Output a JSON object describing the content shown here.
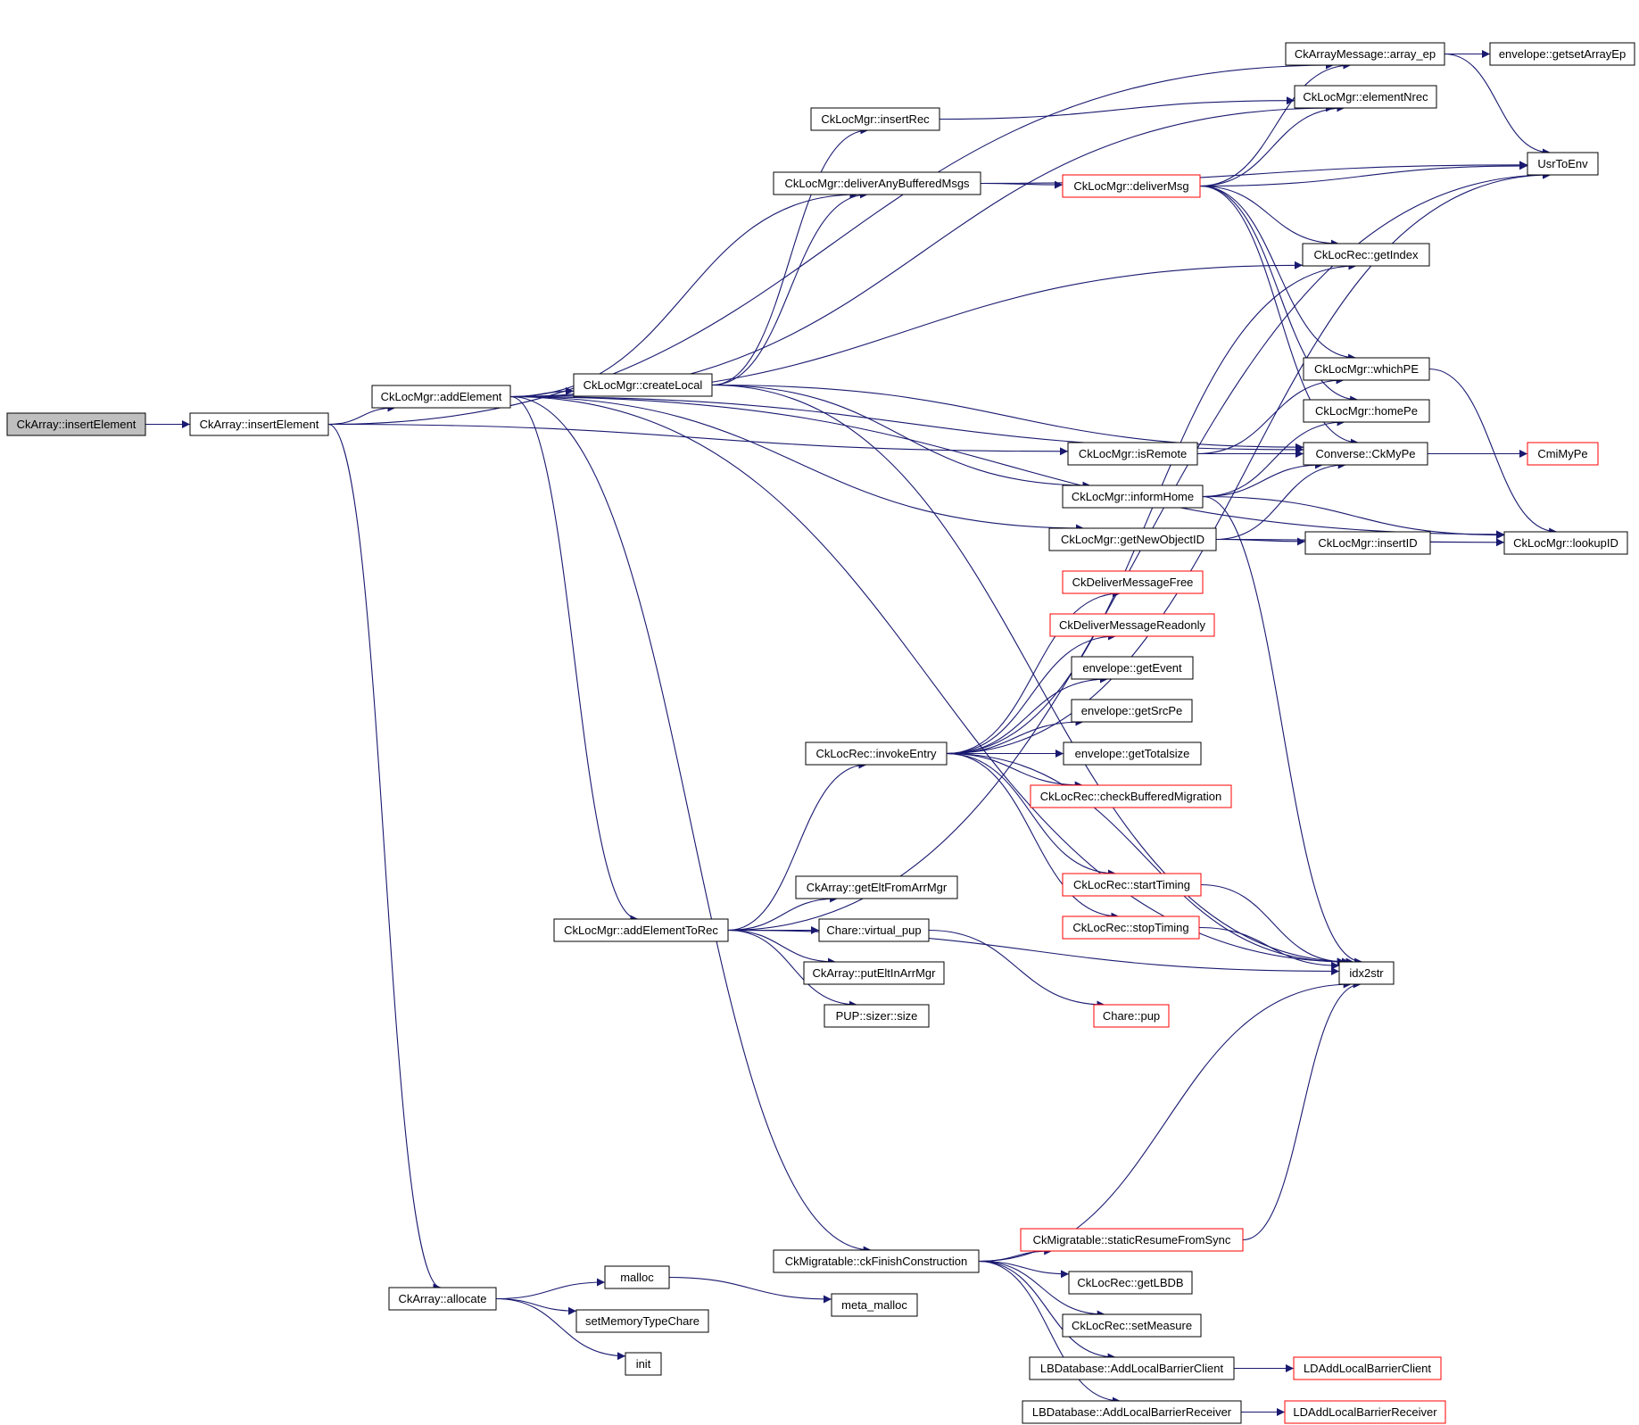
{
  "colors": {
    "edge": "#191970",
    "node_border": "#000000",
    "highlight_border": "#ff0000",
    "root_fill": "#bfbfbf",
    "node_fill": "#ffffff"
  },
  "graph": {
    "nodes": [
      {
        "id": "root",
        "label": "CkArray::insertElement",
        "style": "root"
      },
      {
        "id": "ckarray_insert",
        "label": "CkArray::insertElement",
        "style": "normal"
      },
      {
        "id": "addElement",
        "label": "CkLocMgr::addElement",
        "style": "normal"
      },
      {
        "id": "createLocal",
        "label": "CkLocMgr::createLocal",
        "style": "normal"
      },
      {
        "id": "insertRec",
        "label": "CkLocMgr::insertRec",
        "style": "normal"
      },
      {
        "id": "deliverAny",
        "label": "CkLocMgr::deliverAnyBufferedMsgs",
        "style": "normal"
      },
      {
        "id": "deliverMsg",
        "label": "CkLocMgr::deliverMsg",
        "style": "red"
      },
      {
        "id": "array_ep",
        "label": "CkArrayMessage::array_ep",
        "style": "normal"
      },
      {
        "id": "getsetArrayEp",
        "label": "envelope::getsetArrayEp",
        "style": "normal"
      },
      {
        "id": "elementNrec",
        "label": "CkLocMgr::elementNrec",
        "style": "normal"
      },
      {
        "id": "UsrToEnv",
        "label": "UsrToEnv",
        "style": "normal"
      },
      {
        "id": "getIndex",
        "label": "CkLocRec::getIndex",
        "style": "normal"
      },
      {
        "id": "whichPE",
        "label": "CkLocMgr::whichPE",
        "style": "normal"
      },
      {
        "id": "homePe",
        "label": "CkLocMgr::homePe",
        "style": "normal"
      },
      {
        "id": "isRemote",
        "label": "CkLocMgr::isRemote",
        "style": "normal"
      },
      {
        "id": "CkMyPe",
        "label": "Converse::CkMyPe",
        "style": "normal"
      },
      {
        "id": "CmiMyPe",
        "label": "CmiMyPe",
        "style": "red"
      },
      {
        "id": "informHome",
        "label": "CkLocMgr::informHome",
        "style": "normal"
      },
      {
        "id": "getNewObjectID",
        "label": "CkLocMgr::getNewObjectID",
        "style": "normal"
      },
      {
        "id": "insertID",
        "label": "CkLocMgr::insertID",
        "style": "normal"
      },
      {
        "id": "lookupID",
        "label": "CkLocMgr::lookupID",
        "style": "normal"
      },
      {
        "id": "deliverFree",
        "label": "CkDeliverMessageFree",
        "style": "red"
      },
      {
        "id": "deliverRO",
        "label": "CkDeliverMessageReadonly",
        "style": "red"
      },
      {
        "id": "getEvent",
        "label": "envelope::getEvent",
        "style": "normal"
      },
      {
        "id": "getSrcPe",
        "label": "envelope::getSrcPe",
        "style": "normal"
      },
      {
        "id": "getTotalsize",
        "label": "envelope::getTotalsize",
        "style": "normal"
      },
      {
        "id": "invokeEntry",
        "label": "CkLocRec::invokeEntry",
        "style": "normal"
      },
      {
        "id": "checkBuffered",
        "label": "CkLocRec::checkBufferedMigration",
        "style": "red"
      },
      {
        "id": "startTiming",
        "label": "CkLocRec::startTiming",
        "style": "red"
      },
      {
        "id": "stopTiming",
        "label": "CkLocRec::stopTiming",
        "style": "red"
      },
      {
        "id": "idx2str",
        "label": "idx2str",
        "style": "normal"
      },
      {
        "id": "getEltFromArrMgr",
        "label": "CkArray::getEltFromArrMgr",
        "style": "normal"
      },
      {
        "id": "addElementToRec",
        "label": "CkLocMgr::addElementToRec",
        "style": "normal"
      },
      {
        "id": "virtual_pup",
        "label": "Chare::virtual_pup",
        "style": "normal"
      },
      {
        "id": "putEltInArrMgr",
        "label": "CkArray::putEltInArrMgr",
        "style": "normal"
      },
      {
        "id": "sizer",
        "label": "PUP::sizer::size",
        "style": "normal"
      },
      {
        "id": "pup",
        "label": "Chare::pup",
        "style": "red"
      },
      {
        "id": "staticResume",
        "label": "CkMigratable::staticResumeFromSync",
        "style": "red"
      },
      {
        "id": "ckFinish",
        "label": "CkMigratable::ckFinishConstruction",
        "style": "normal"
      },
      {
        "id": "getLBDB",
        "label": "CkLocRec::getLBDB",
        "style": "normal"
      },
      {
        "id": "allocate",
        "label": "CkArray::allocate",
        "style": "normal"
      },
      {
        "id": "malloc",
        "label": "malloc",
        "style": "normal"
      },
      {
        "id": "meta_malloc",
        "label": "meta_malloc",
        "style": "normal"
      },
      {
        "id": "setMemType",
        "label": "setMemoryTypeChare",
        "style": "normal"
      },
      {
        "id": "setMeasure",
        "label": "CkLocRec::setMeasure",
        "style": "normal"
      },
      {
        "id": "init",
        "label": "init",
        "style": "normal"
      },
      {
        "id": "addBarrierClient",
        "label": "LBDatabase::AddLocalBarrierClient",
        "style": "normal"
      },
      {
        "id": "LDClient",
        "label": "LDAddLocalBarrierClient",
        "style": "red"
      },
      {
        "id": "addBarrierReceiver",
        "label": "LBDatabase::AddLocalBarrierReceiver",
        "style": "normal"
      },
      {
        "id": "LDReceiver",
        "label": "LDAddLocalBarrierReceiver",
        "style": "red"
      }
    ],
    "edges": [
      [
        "root",
        "ckarray_insert"
      ],
      [
        "ckarray_insert",
        "addElement"
      ],
      [
        "ckarray_insert",
        "isRemote"
      ],
      [
        "ckarray_insert",
        "array_ep"
      ],
      [
        "ckarray_insert",
        "allocate"
      ],
      [
        "addElement",
        "createLocal"
      ],
      [
        "addElement",
        "elementNrec"
      ],
      [
        "addElement",
        "deliverAny"
      ],
      [
        "addElement",
        "getIndex"
      ],
      [
        "addElement",
        "CkMyPe"
      ],
      [
        "addElement",
        "getNewObjectID"
      ],
      [
        "addElement",
        "addElementToRec"
      ],
      [
        "addElement",
        "ckFinish"
      ],
      [
        "addElement",
        "idx2str"
      ],
      [
        "addElement",
        "lookupID"
      ],
      [
        "createLocal",
        "insertRec"
      ],
      [
        "createLocal",
        "deliverAny"
      ],
      [
        "createLocal",
        "CkMyPe"
      ],
      [
        "createLocal",
        "informHome"
      ],
      [
        "createLocal",
        "idx2str"
      ],
      [
        "insertRec",
        "elementNrec"
      ],
      [
        "deliverAny",
        "deliverMsg"
      ],
      [
        "deliverAny",
        "UsrToEnv"
      ],
      [
        "deliverMsg",
        "array_ep"
      ],
      [
        "deliverMsg",
        "elementNrec"
      ],
      [
        "deliverMsg",
        "UsrToEnv"
      ],
      [
        "deliverMsg",
        "getIndex"
      ],
      [
        "deliverMsg",
        "whichPE"
      ],
      [
        "deliverMsg",
        "homePe"
      ],
      [
        "deliverMsg",
        "CkMyPe"
      ],
      [
        "array_ep",
        "getsetArrayEp"
      ],
      [
        "array_ep",
        "UsrToEnv"
      ],
      [
        "whichPE",
        "lookupID"
      ],
      [
        "isRemote",
        "whichPE"
      ],
      [
        "isRemote",
        "CkMyPe"
      ],
      [
        "CkMyPe",
        "CmiMyPe"
      ],
      [
        "informHome",
        "homePe"
      ],
      [
        "informHome",
        "CkMyPe"
      ],
      [
        "informHome",
        "lookupID"
      ],
      [
        "informHome",
        "idx2str"
      ],
      [
        "getNewObjectID",
        "CkMyPe"
      ],
      [
        "getNewObjectID",
        "insertID"
      ],
      [
        "getNewObjectID",
        "lookupID"
      ],
      [
        "invokeEntry",
        "getIndex"
      ],
      [
        "invokeEntry",
        "UsrToEnv"
      ],
      [
        "invokeEntry",
        "deliverFree"
      ],
      [
        "invokeEntry",
        "deliverRO"
      ],
      [
        "invokeEntry",
        "getEvent"
      ],
      [
        "invokeEntry",
        "getSrcPe"
      ],
      [
        "invokeEntry",
        "getTotalsize"
      ],
      [
        "invokeEntry",
        "checkBuffered"
      ],
      [
        "invokeEntry",
        "startTiming"
      ],
      [
        "invokeEntry",
        "stopTiming"
      ],
      [
        "invokeEntry",
        "idx2str"
      ],
      [
        "startTiming",
        "idx2str"
      ],
      [
        "stopTiming",
        "idx2str"
      ],
      [
        "addElementToRec",
        "invokeEntry"
      ],
      [
        "addElementToRec",
        "UsrToEnv"
      ],
      [
        "addElementToRec",
        "getEltFromArrMgr"
      ],
      [
        "addElementToRec",
        "virtual_pup"
      ],
      [
        "addElementToRec",
        "putEltInArrMgr"
      ],
      [
        "addElementToRec",
        "sizer"
      ],
      [
        "addElementToRec",
        "idx2str"
      ],
      [
        "virtual_pup",
        "pup"
      ],
      [
        "ckFinish",
        "idx2str"
      ],
      [
        "ckFinish",
        "staticResume"
      ],
      [
        "ckFinish",
        "getLBDB"
      ],
      [
        "ckFinish",
        "setMeasure"
      ],
      [
        "ckFinish",
        "addBarrierClient"
      ],
      [
        "ckFinish",
        "addBarrierReceiver"
      ],
      [
        "staticResume",
        "idx2str"
      ],
      [
        "allocate",
        "malloc"
      ],
      [
        "allocate",
        "setMemType"
      ],
      [
        "allocate",
        "init"
      ],
      [
        "malloc",
        "meta_malloc"
      ],
      [
        "addBarrierClient",
        "LDClient"
      ],
      [
        "addBarrierReceiver",
        "LDReceiver"
      ]
    ]
  }
}
